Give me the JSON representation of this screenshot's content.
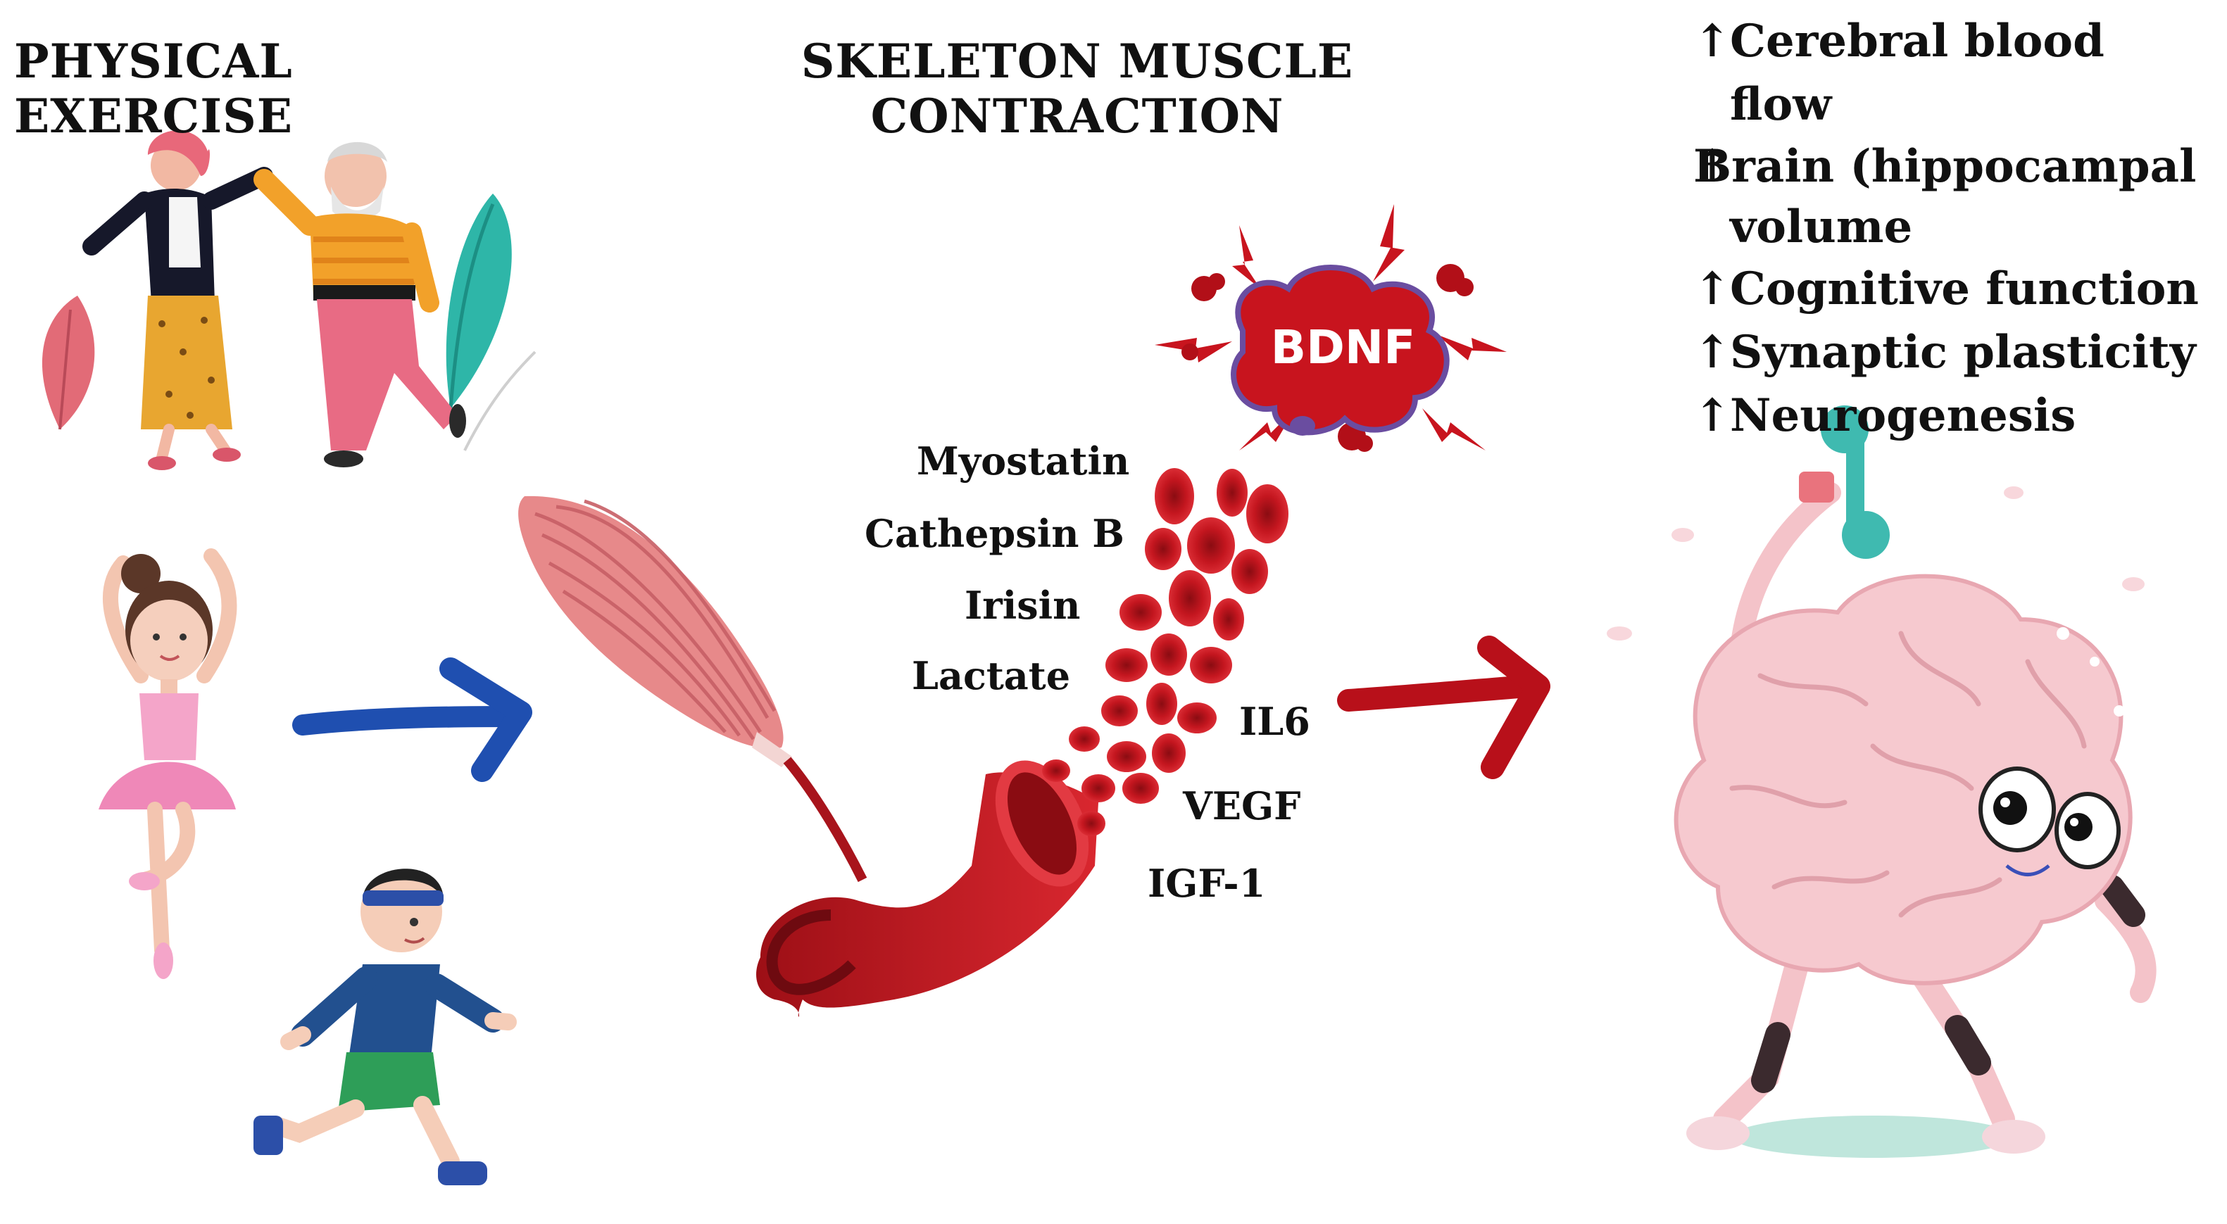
{
  "headings": {
    "physical_exercise": "PHYSICAL EXERCISE",
    "skeleton_muscle_line1": "SKELETON MUSCLE",
    "skeleton_muscle_line2": "CONTRACTION"
  },
  "myokines_left": [
    "Myostatin",
    "Cathepsin B",
    "Irisin",
    "Lactate"
  ],
  "myokines_right": [
    "IL6",
    "VEGF",
    "IGF-1"
  ],
  "bdnf_label": "BDNF",
  "effects": [
    {
      "arrow": "↑",
      "text": "Cerebral blood flow"
    },
    {
      "arrow": "↑",
      "text": "Brain (hippocampal volume"
    },
    {
      "arrow": "↑",
      "text": "Cognitive function"
    },
    {
      "arrow": "↑",
      "text": "Synaptic plasticity"
    },
    {
      "arrow": "↑",
      "text": "Neurogenesis"
    }
  ],
  "icons": [
    "dancing-couple-icon",
    "ballerina-icon",
    "running-boy-icon",
    "muscle-icon",
    "blood-vessel-icon",
    "red-blood-cells-icon",
    "bdnf-burst-icon",
    "exercising-brain-icon",
    "blue-arrow-icon",
    "red-arrow-icon"
  ],
  "colors": {
    "blue_arrow": "#1f4fb0",
    "red_arrow": "#b8101a",
    "blood": "#b8141c",
    "muscle": "#e7898a",
    "brain": "#f6c9cf",
    "bdnf_cloud": "#c8141e"
  }
}
